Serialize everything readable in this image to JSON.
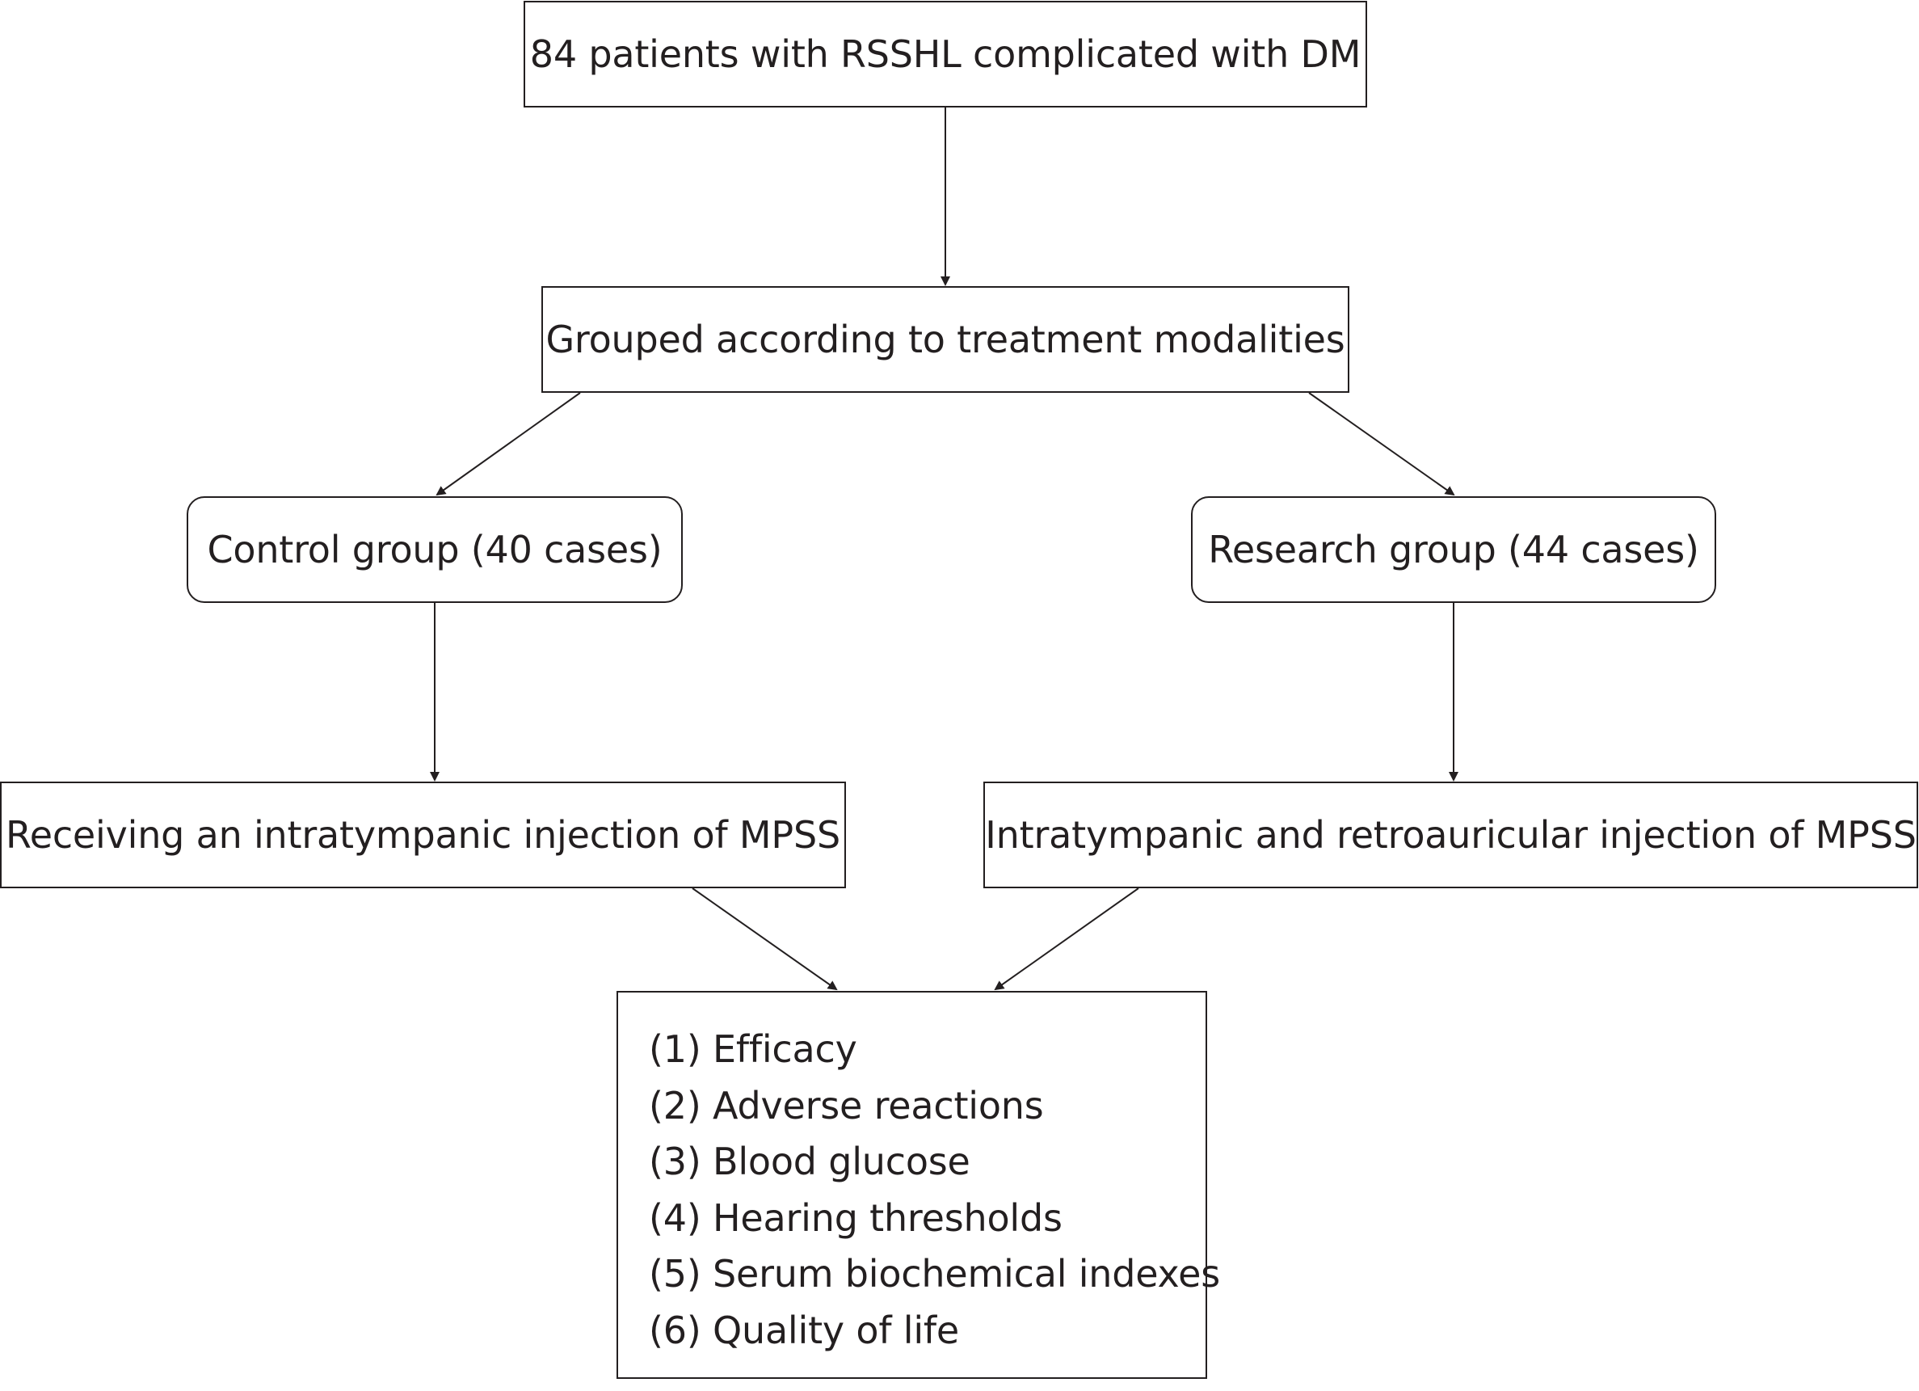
{
  "diagram": {
    "nodes": {
      "start": {
        "label": "84 patients with RSSHL complicated with DM"
      },
      "grouping": {
        "label": "Grouped according to treatment modalities"
      },
      "control": {
        "label": "Control group (40 cases)"
      },
      "research": {
        "label": "Research group (44 cases)"
      },
      "control_treatment": {
        "label": "Receiving an intratympanic injection of MPSS"
      },
      "research_treatment": {
        "label": "Intratympanic and retroauricular injection of MPSS"
      },
      "outcomes": {
        "items": [
          "(1) Efficacy",
          "(2) Adverse reactions",
          "(3) Blood glucose",
          "(4) Hearing thresholds",
          "(5) Serum biochemical indexes",
          "(6) Quality of life"
        ]
      }
    },
    "edges": [
      {
        "from": "start",
        "to": "grouping"
      },
      {
        "from": "grouping",
        "to": "control"
      },
      {
        "from": "grouping",
        "to": "research"
      },
      {
        "from": "control",
        "to": "control_treatment"
      },
      {
        "from": "research",
        "to": "research_treatment"
      },
      {
        "from": "control_treatment",
        "to": "outcomes"
      },
      {
        "from": "research_treatment",
        "to": "outcomes"
      }
    ],
    "colors": {
      "stroke": "#231f20",
      "background": "#ffffff"
    }
  }
}
